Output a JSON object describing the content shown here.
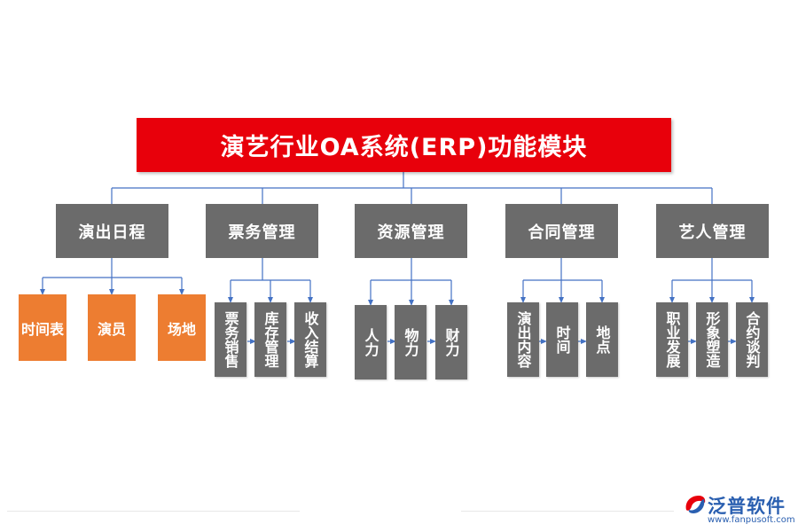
{
  "title": "演艺行业OA系统(ERP)功能模块",
  "modules": [
    {
      "label": "演出日程",
      "children": [
        "时间表",
        "演员",
        "场地"
      ]
    },
    {
      "label": "票务管理",
      "children": [
        "票务销售",
        "库存管理",
        "收入结算"
      ]
    },
    {
      "label": "资源管理",
      "children": [
        "人力",
        "物力",
        "财力"
      ]
    },
    {
      "label": "合同管理",
      "children": [
        "演出内容",
        "时间",
        "地点"
      ]
    },
    {
      "label": "艺人管理",
      "children": [
        "职业发展",
        "形象塑造",
        "合约谈判"
      ]
    }
  ],
  "logo": {
    "name": "泛普软件",
    "url": "www.fanpusoft.com"
  },
  "colors": {
    "title_bg": "#e8000b",
    "module_bg": "#6b6b6b",
    "leaf_orange": "#ed7d31",
    "leaf_gray": "#6b6b6b",
    "connector": "#4472c4"
  }
}
